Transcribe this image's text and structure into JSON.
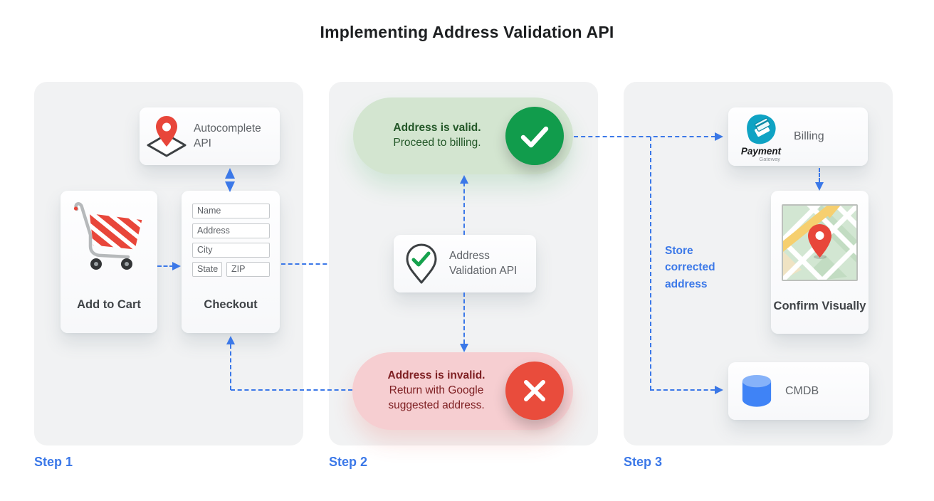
{
  "title": "Implementing Address Validation API",
  "steps": {
    "step1": "Step 1",
    "step2": "Step 2",
    "step3": "Step 3"
  },
  "step1": {
    "autocomplete": "Autocomplete API",
    "add_to_cart": "Add to Cart",
    "checkout": "Checkout",
    "fields": [
      "Name",
      "Address",
      "City",
      "State",
      "ZIP"
    ]
  },
  "step2": {
    "validation": "Address Validation API",
    "valid": {
      "title": "Address is valid.",
      "subtitle": "Proceed to billing."
    },
    "invalid": {
      "title": "Address is invalid.",
      "subtitle": "Return with Google suggested address."
    }
  },
  "step3": {
    "billing": "Billing",
    "logo_title": "Payment",
    "logo_sub": "Gateway",
    "confirm": "Confirm Visually",
    "cmdb": "CMDB",
    "note": "Store corrected address"
  },
  "colors": {
    "accent_blue": "#3b78e8",
    "valid_green": "#119c4c",
    "invalid_red": "#e94c3c",
    "valid_pill_bg": "#d3e5d0",
    "invalid_pill_bg": "#f6ced1",
    "panel_bg": "#f1f2f3"
  }
}
